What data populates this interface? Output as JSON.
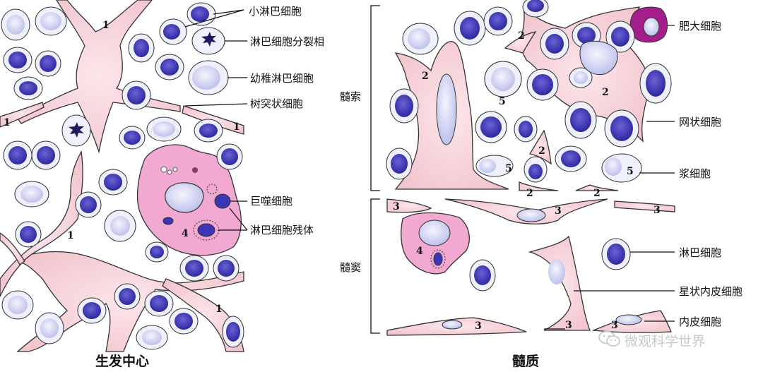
{
  "figure": {
    "left_caption": "生发中心",
    "right_caption": "髓质",
    "left_labels": {
      "small_lymphocyte": "小淋巴细胞",
      "lymphocyte_mitosis": "淋巴细胞分裂相",
      "immature_lymphocyte": "幼稚淋巴细胞",
      "dendritic_cell": "树突状细胞",
      "macrophage": "巨噬细胞",
      "lymphocyte_residue": "淋巴细胞残体"
    },
    "right_labels": {
      "mast_cell": "肥大细胞",
      "reticular_cell": "网状细胞",
      "plasma_cell": "浆细胞",
      "lymphocyte": "淋巴细胞",
      "stellate_endothelial_cell": "星状内皮细胞",
      "endothelial_cell": "内皮细胞"
    },
    "brackets": {
      "medullary_cord": "髓索",
      "medullary_sinus": "髓窦"
    },
    "numbers": {
      "n1": "1",
      "n2": "2",
      "n3": "3",
      "n4": "4",
      "n5": "5"
    },
    "watermark": "微观科学世界"
  },
  "colors": {
    "pink_cytoplasm": "#f6d3d8",
    "macrophage_pink": "#f1a9d2",
    "nucleus_blue": "#3c35b5",
    "pale_nucleus": "#cfd2f2",
    "cell_halo": "#eef0fb",
    "outline": "#333333",
    "mast_cell": "#a31e8c"
  }
}
